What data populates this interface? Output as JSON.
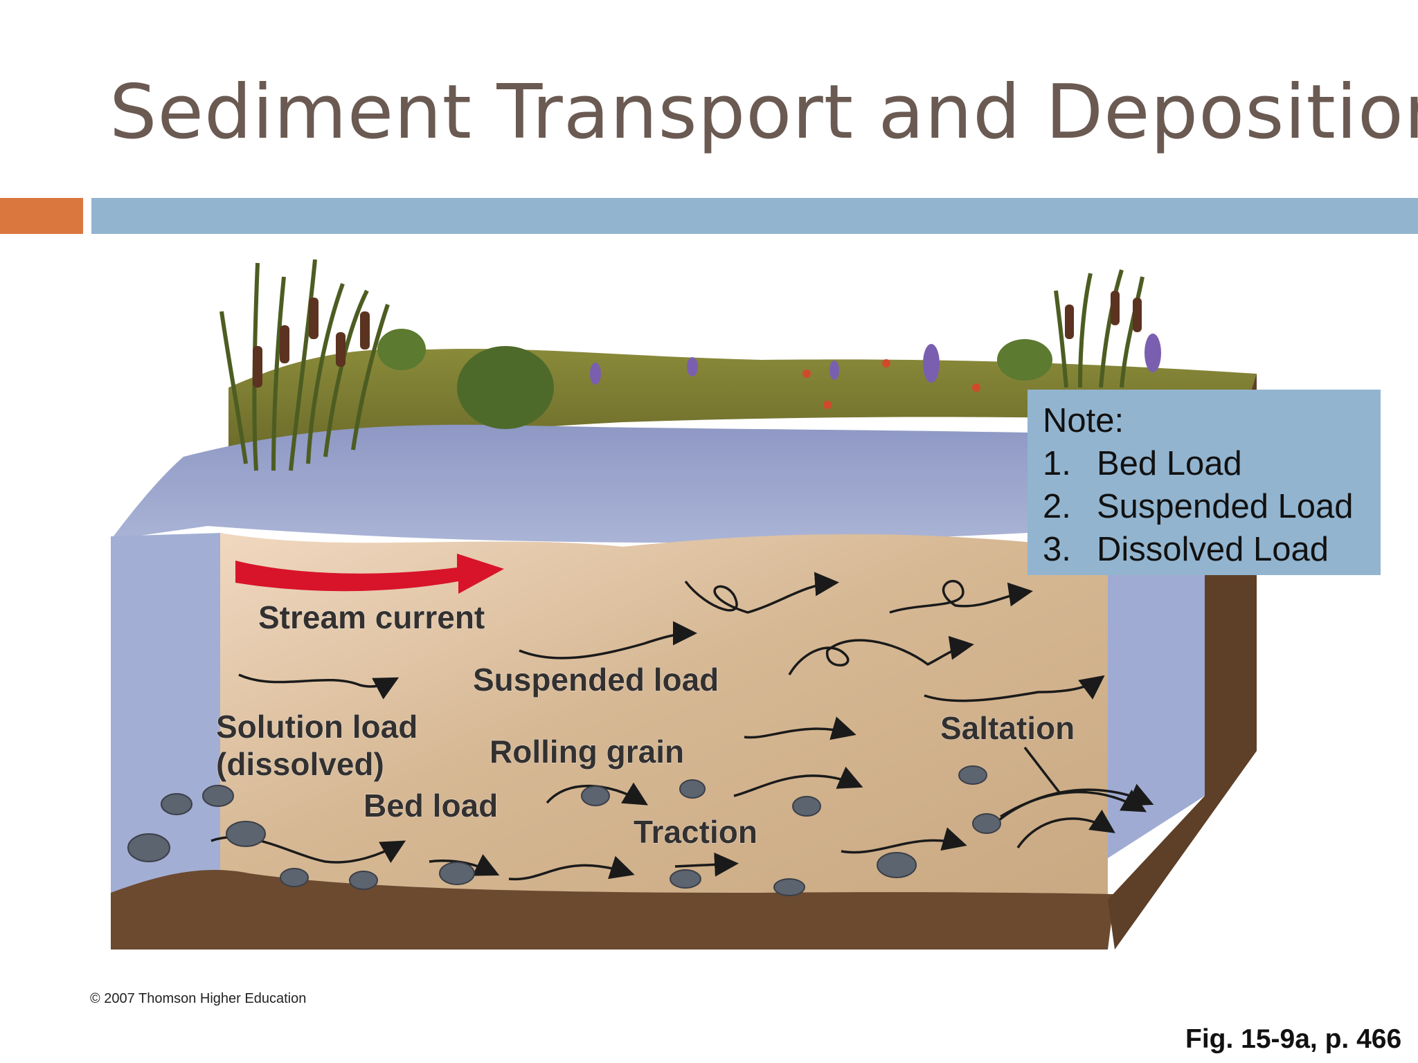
{
  "slide": {
    "title": "Sediment Transport and Deposition",
    "accent_colors": {
      "orange": "#d9773e",
      "blue": "#92b4cf",
      "title_text": "#6a5a52"
    }
  },
  "diagram": {
    "labels": {
      "stream_current": "Stream current",
      "suspended_load": "Suspended load",
      "solution_load_line1": "Solution load",
      "solution_load_line2": "(dissolved)",
      "rolling_grain": "Rolling grain",
      "saltation": "Saltation",
      "bed_load": "Bed load",
      "traction": "Traction"
    }
  },
  "note": {
    "heading": "Note:",
    "items": [
      {
        "num": "1.",
        "text": "Bed Load"
      },
      {
        "num": "2.",
        "text": "Suspended Load"
      },
      {
        "num": "3.",
        "text": "Dissolved Load"
      }
    ]
  },
  "credit": "© 2007 Thomson Higher Education",
  "figure_ref": "Fig. 15-9a, p. 466"
}
